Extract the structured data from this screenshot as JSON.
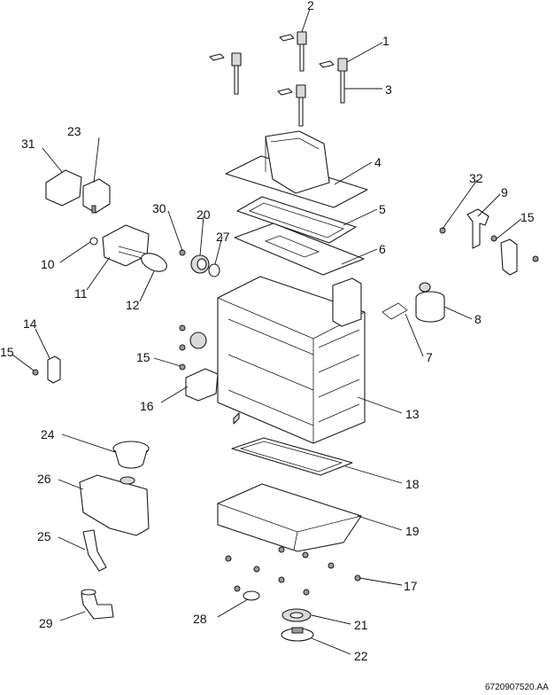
{
  "figure_code": "6720907520.AA",
  "callouts": {
    "c1": "1",
    "c2": "2",
    "c3": "3",
    "c4": "4",
    "c5": "5",
    "c6": "6",
    "c7": "7",
    "c8": "8",
    "c9": "9",
    "c10": "10",
    "c11": "11",
    "c12": "12",
    "c13": "13",
    "c14": "14",
    "c15a": "15",
    "c15b": "15",
    "c15c": "15",
    "c16": "16",
    "c17": "17",
    "c18": "18",
    "c19": "19",
    "c20": "20",
    "c21": "21",
    "c22": "22",
    "c23": "23",
    "c24": "24",
    "c25": "25",
    "c26": "26",
    "c27": "27",
    "c28": "28",
    "c29": "29",
    "c30": "30",
    "c31": "31",
    "c32": "32"
  }
}
